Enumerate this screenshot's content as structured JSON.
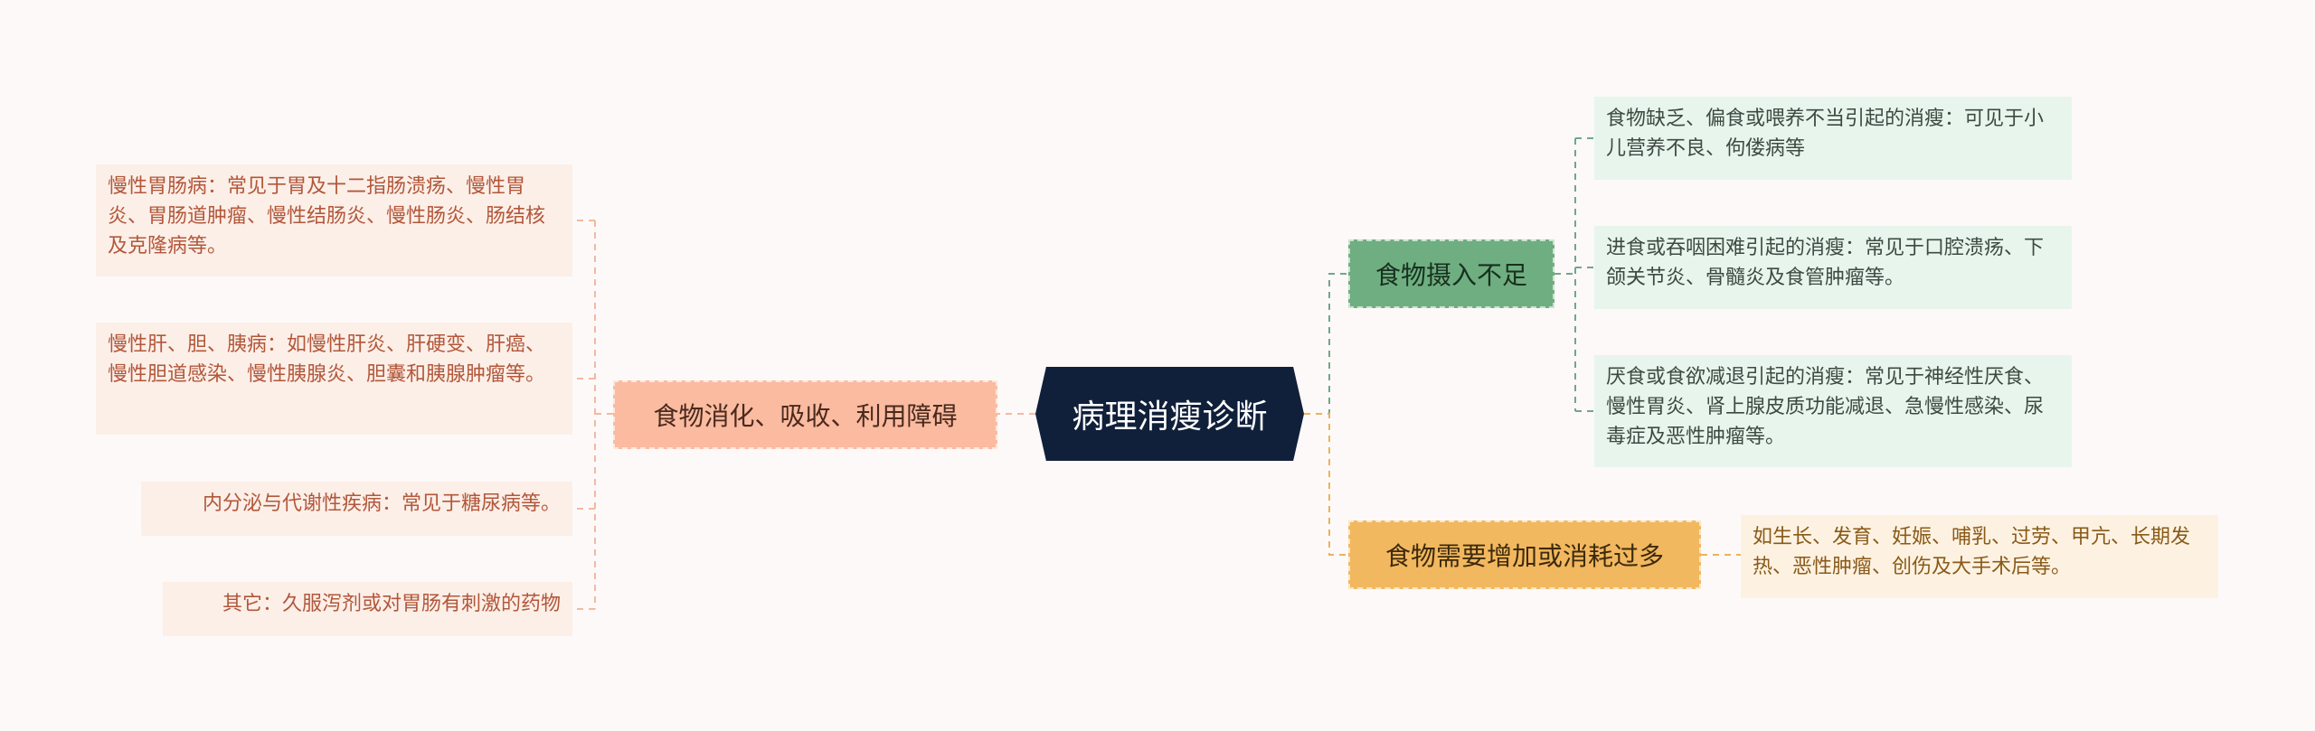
{
  "root": {
    "title": "病理消瘦诊断"
  },
  "left_branch": {
    "label": "食物消化、吸收、利用障碍",
    "items": [
      "慢性胃肠病：常见于胃及十二指肠溃疡、慢性胃炎、胃肠道肿瘤、慢性结肠炎、慢性肠炎、肠结核及克隆病等。",
      "慢性肝、胆、胰病：如慢性肝炎、肝硬变、肝癌、慢性胆道感染、慢性胰腺炎、胆囊和胰腺肿瘤等。",
      "内分泌与代谢性疾病：常见于糖尿病等。",
      "其它：久服泻剂或对胃肠有刺激的药物"
    ]
  },
  "right_branch_1": {
    "label": "食物摄入不足",
    "items": [
      "食物缺乏、偏食或喂养不当引起的消瘦：可见于小儿营养不良、佝偻病等",
      "进食或吞咽困难引起的消瘦：常见于口腔溃疡、下颌关节炎、骨髓炎及食管肿瘤等。",
      "厌食或食欲减退引起的消瘦：常见于神经性厌食、慢性胃炎、肾上腺皮质功能减退、急慢性感染、尿毒症及恶性肿瘤等。"
    ]
  },
  "right_branch_2": {
    "label": "食物需要增加或消耗过多",
    "items": [
      "如生长、发育、妊娠、哺乳、过劳、甲亢、长期发热、恶性肿瘤、创伤及大手术后等。"
    ]
  },
  "colors": {
    "root": "#11203a",
    "left_branch": "#fbbba0",
    "right_branch_1": "#6fae80",
    "right_branch_2": "#f2b860",
    "link_left": "#f3b9a2",
    "link_right_1": "#6fa88a",
    "link_right_2": "#e8b45a"
  }
}
